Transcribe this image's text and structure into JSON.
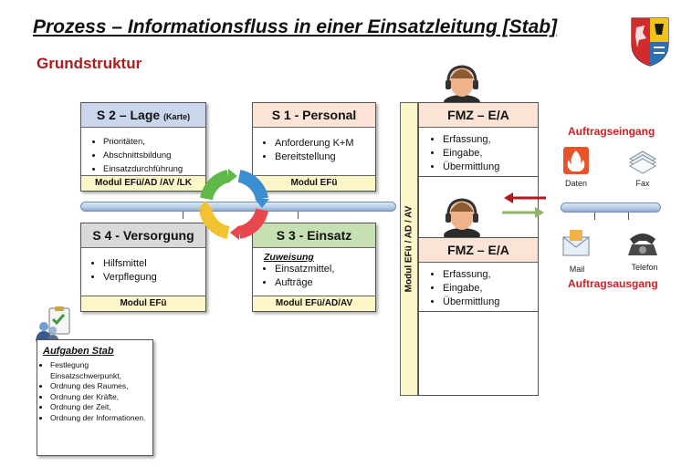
{
  "title": "Prozess – Informationsfluss in einer Einsatzleitung [Stab]",
  "subtitle": "Grundstruktur",
  "s2": {
    "title": "S 2 – Lage",
    "title_small": "(Karte)",
    "items": [
      "Prioritäten,",
      "Abschnittsbildung",
      "Einsatzdurchführung"
    ],
    "footer": "Modul  EFü/AD /AV /LK"
  },
  "s1": {
    "title": "S 1 - Personal",
    "items": [
      "Anforderung K+M",
      "Bereitstellung"
    ],
    "footer": "Modul  EFü"
  },
  "s4": {
    "title": "S 4 - Versorgung",
    "items": [
      "Hilfsmittel",
      "Verpflegung"
    ],
    "footer": "Modul  EFü"
  },
  "s3": {
    "title": "S 3 - Einsatz",
    "subhead": "Zuweisung",
    "items": [
      "Einsatzmittel,",
      "Aufträge"
    ],
    "footer": "Modul  EFü/AD/AV"
  },
  "modul_vertical": "Modul  EFü / AD / AV",
  "fmz_top": {
    "title": "FMZ – E/A",
    "items": [
      "Erfassung,",
      "Eingabe,",
      "Übermittlung"
    ]
  },
  "fmz_bottom": {
    "title": "FMZ – E/A",
    "items": [
      "Erfassung,",
      "Eingabe,",
      "Übermittlung"
    ]
  },
  "auftragseingang": "Auftragseingang",
  "auftragsausgang": "Auftragsausgang",
  "inputs": {
    "daten": "Daten",
    "fax": "Fax",
    "mail": "Mail",
    "telefon": "Telefon"
  },
  "tasks": {
    "title": "Aufgaben Stab",
    "items": [
      "Festlegung Einsatzschwerpunkt,",
      "Ordnung des Raumes,",
      "Ordnung der Kräfte,",
      "Ordnung der Zeit,",
      "Ordnung der Informationen."
    ]
  },
  "colors": {
    "title_red": "#b0191e",
    "accent_red": "#d01e23",
    "s2_head": "#c9d6ec",
    "s1_head": "#fbe4d5",
    "s4_head": "#d9d9d9",
    "s3_head": "#c6e0b4",
    "fmz_head": "#fbe4d5",
    "modul_footer": "#fdf6c8"
  }
}
